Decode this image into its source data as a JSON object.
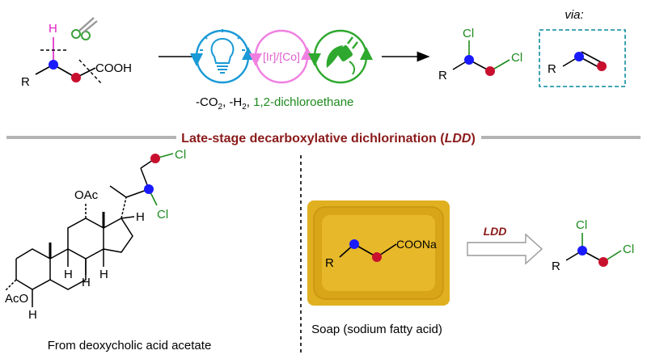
{
  "colors": {
    "hydrogen": "#e020c8",
    "blue_atom": "#1a1aff",
    "red_atom": "#c8102e",
    "chlorine": "#1d8a1d",
    "title_text": "#8b1a1a",
    "divider": "#b4b4b4",
    "bulb_circle": "#1a9ad6",
    "ir_co_circle": "#f080e0",
    "eco_circle": "#2ea82e",
    "via_box": "#2a9aaa",
    "soap": "#e0b020"
  },
  "scheme": {
    "substrate": {
      "h_label": "H",
      "r_label": "R",
      "acid_label": "COOH",
      "cut_icon": "scissors-icon"
    },
    "catalysis": {
      "light_icon": "lightbulb-icon",
      "catalyst_label": "[Ir]/[Co]",
      "electricity_icon": "plug-leaf-icon",
      "conditions_prefix": "-CO",
      "conditions_sub1": "2",
      "conditions_mid": ", -H",
      "conditions_sub2": "2",
      "conditions_sep": ", ",
      "conditions_reagent": "1,2-dichloroethane"
    },
    "product": {
      "r_label": "R",
      "cl_top": "Cl",
      "cl_right": "Cl"
    },
    "intermediate": {
      "via_label": "via:",
      "r_label": "R"
    }
  },
  "title": {
    "main": "Late-stage decarboxylative dichlorination (",
    "abbr": "LDD",
    "close": ")"
  },
  "steroid": {
    "oac_label": "OAc",
    "aco_label": "AcO",
    "h_labels": [
      "H",
      "H",
      "H",
      "H",
      "H"
    ],
    "cl_top": "Cl",
    "cl_bottom": "Cl",
    "caption": "From deoxycholic acid acetate"
  },
  "soap": {
    "r_label": "R",
    "salt_label": "COONa",
    "arrow_label": "LDD",
    "caption": "Soap (sodium fatty acid)",
    "product_r_label": "R",
    "product_cl_top": "Cl",
    "product_cl_right": "Cl"
  }
}
